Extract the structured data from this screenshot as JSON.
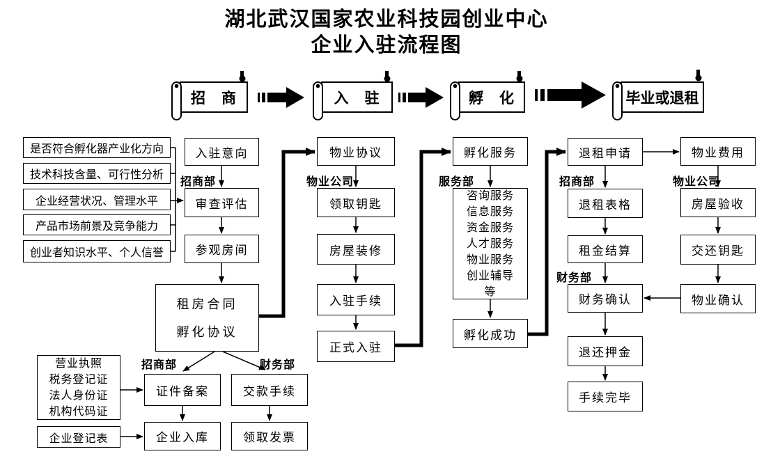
{
  "title": {
    "line1": "湖北武汉国家农业科技园创业中心",
    "line2": "企业入驻流程图"
  },
  "banners": {
    "recruit": "招　商",
    "enter": "入　驻",
    "incubate": "孵　化",
    "graduate": "毕业或退租"
  },
  "criteria": [
    "是否符合孵化器产业化方向",
    "技术科技含量、可行性分析",
    "企业经营状况、管理水平",
    "产品市场前景及竞争能力",
    "创业者知识水平、个人信誉"
  ],
  "departments": {
    "recruit_dept": "招商部",
    "finance_dept": "财务部",
    "property_company": "物业公司",
    "service_dept": "服务部"
  },
  "boxes": {
    "entry_intent": "入驻意向",
    "review": "审查评估",
    "visit_room": "参观房间",
    "contract_line1": "租房合同",
    "contract_line2": "孵化协议",
    "docs": [
      "营业执照",
      "税务登记证",
      "法人身份证",
      "机构代码证"
    ],
    "registration_form": "企业登记表",
    "credential_filing": "证件备案",
    "company_storage": "企业入库",
    "payment": "交款手续",
    "invoice": "领取发票",
    "property_agreement": "物业协议",
    "get_keys": "领取钥匙",
    "renovation": "房屋装修",
    "entry_procedure": "入驻手续",
    "official_entry": "正式入驻",
    "incubation_service": "孵化服务",
    "services": [
      "咨询服务",
      "信息服务",
      "资金服务",
      "人才服务",
      "物业服务",
      "创业辅导",
      "等"
    ],
    "incubation_success": "孵化成功",
    "refund_apply": "退租申请",
    "refund_form": "退租表格",
    "rent_settle": "租金结算",
    "finance_confirm": "财务确认",
    "deposit_return": "退还押金",
    "procedure_done": "手续完毕",
    "property_fee": "物业费用",
    "house_inspect": "房屋验收",
    "return_keys": "交还钥匙",
    "property_confirm": "物业确认"
  },
  "colors": {
    "line": "#000000",
    "background": "#ffffff"
  }
}
